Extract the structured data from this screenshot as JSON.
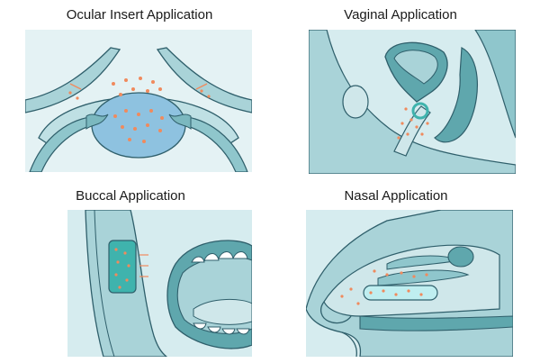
{
  "panels": {
    "ocular": {
      "title": "Ocular Insert Application"
    },
    "vaginal": {
      "title": "Vaginal Application"
    },
    "buccal": {
      "title": "Buccal Application"
    },
    "nasal": {
      "title": "Nasal Application"
    }
  },
  "colors": {
    "outline": "#2f5f6b",
    "tissue_light": "#d6ecef",
    "tissue_mid": "#a9d3d8",
    "tissue_dark": "#5fa7ad",
    "insert": "#3fb3ad",
    "drug_dot": "#f08a5d",
    "gum_pink": "#cfe7ea"
  }
}
